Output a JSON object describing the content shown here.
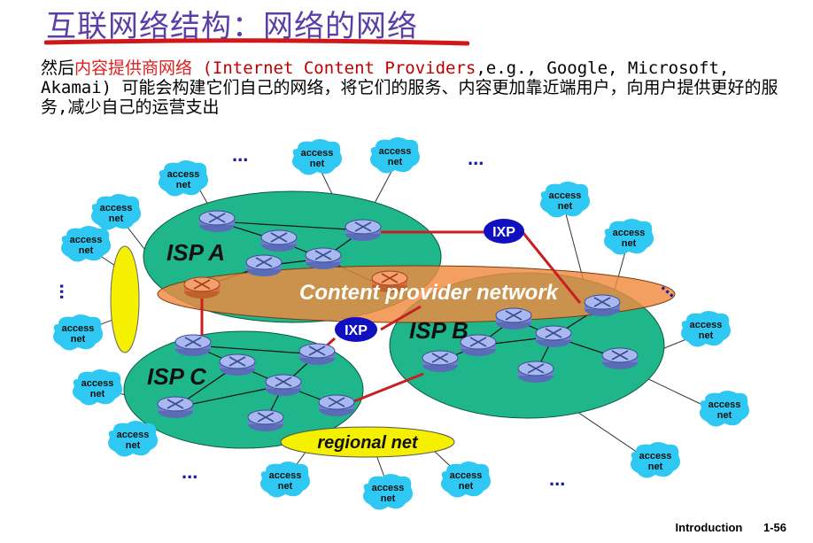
{
  "title": "互联网络结构：网络的网络",
  "paragraph": {
    "part1": "然后",
    "part2_red": "内容提供商网络",
    "part3_paren_open": " (",
    "part4_eng": "Internet Content Providers",
    "part5": ",e.g., Google, Microsoft, Akamai) 可能会构建它们自己的网络，将它们的服务、内容更加靠近端用户，向用户提供更好的服务,减少自己的运营支出"
  },
  "diagram": {
    "isp_a": "ISP A",
    "isp_b": "ISP B",
    "isp_c": "ISP C",
    "content_provider": "Content provider network",
    "regional": "regional net",
    "ixp": "IXP",
    "access_line1": "access",
    "access_line2": "net",
    "ellipsis": "...",
    "colors": {
      "isp_fill": "#1fb68c",
      "cp_fill": "#f08a40",
      "ixp_fill": "#1010c0",
      "regional_fill": "#f5f000",
      "link_red": "#c82020",
      "access_fill": "#28c8f0"
    }
  },
  "footer": {
    "label": "Introduction",
    "page": "1-56"
  }
}
